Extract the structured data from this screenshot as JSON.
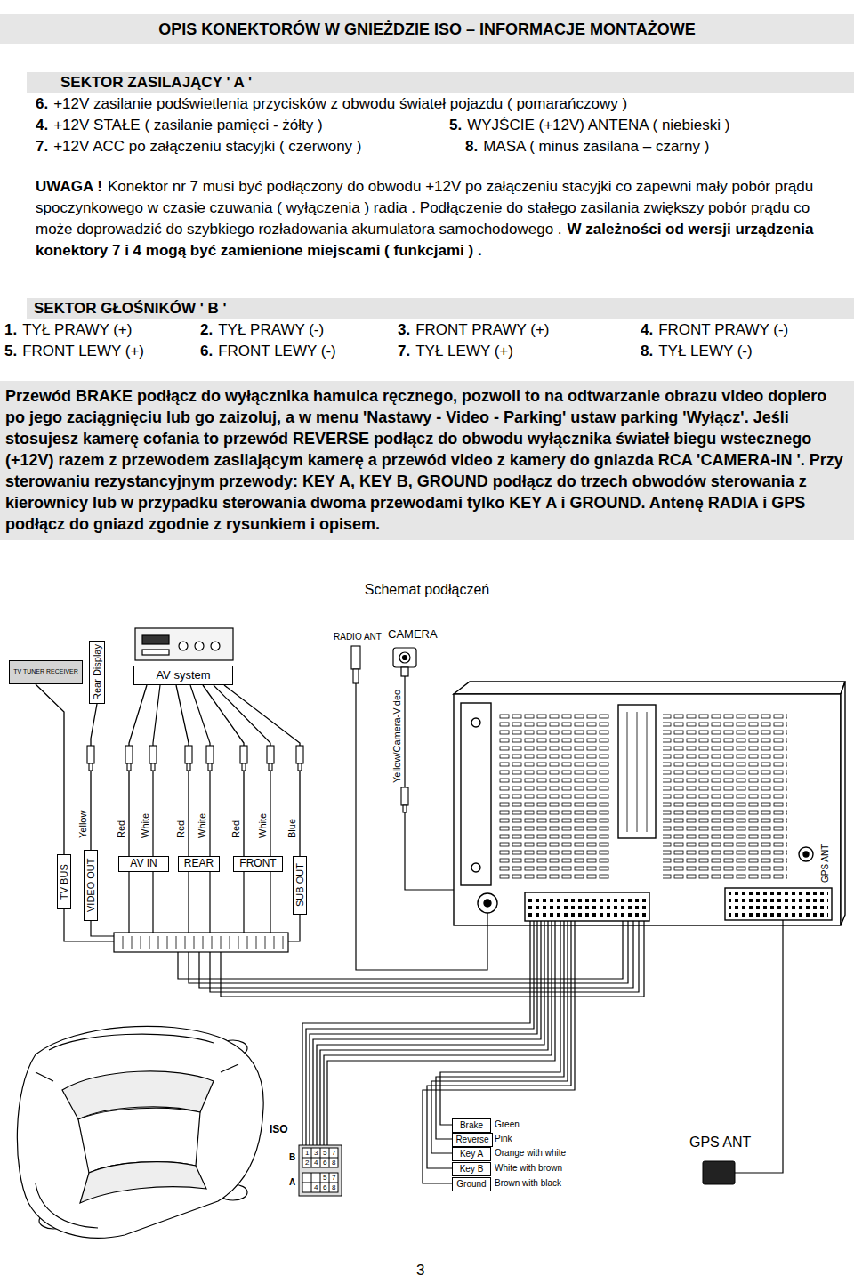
{
  "diagram": {
    "title": "OPIS KONEKTORÓW W GNIEŻDZIE ISO – INFORMACJE MONTAŻOWE",
    "nodes": [
      {
        "text": [
          "SEKTOR ZASILAJĄCY ' A '"
        ]
      },
      {
        "text": [
          "SEKTOR GŁOŚNIKÓW ' B '"
        ]
      },
      {
        "text": [
          "Przewód BRAKE podłącz do wyłącznika hamulca ręcznego, pozwoli to na odtwarzanie obrazu video dopiero po jego zaciągnięciu lub go zaizoluj, a w menu 'Nastawy - Video - Parking' ustaw parking 'Wyłącz'. Jeśli stosujesz kamerę cofania to przewód REVERSE podłącz do obwodu wyłącznika świateł biegu wstecznego (+12V) razem z przewodem zasilającym kamerę a przewód video z kamery do gniazda RCA 'CAMERA-IN '. Przy sterowaniu rezystancyjnym przewody: KEY A, KEY B, GROUND podłącz do trzech obwodów sterowania z kierownicy lub w przypadku sterowania dwoma przewodami tylko KEY A i GROUND. Antenę RADIA i GPS podłącz do gniazd zgodnie z rysunkiem i opisem."
        ]
      },
      {
        "text": [
          "TV TUNER RECEIVER"
        ]
      },
      {
        "text": [
          "Rear Display"
        ]
      },
      {
        "text": [
          "AV system"
        ]
      },
      {
        "text": [
          "TV BUS"
        ]
      },
      {
        "text": [
          "VIDEO OUT"
        ]
      },
      {
        "text": [
          "AV IN"
        ]
      },
      {
        "text": [
          "REAR"
        ]
      },
      {
        "text": [
          "FRONT"
        ]
      },
      {
        "text": [
          "SUB OUT"
        ]
      },
      {
        "text": [
          "Brake"
        ]
      },
      {
        "text": [
          "Reverse"
        ]
      },
      {
        "text": [
          "Key A"
        ]
      },
      {
        "text": [
          "Key B"
        ]
      },
      {
        "text": [
          "Ground"
        ]
      }
    ],
    "edges": [
      {
        "from": 3,
        "to": 6,
        "arrow": "none"
      },
      {
        "from": 4,
        "to": 7,
        "arrow": "none"
      },
      {
        "from": 5,
        "to": 8,
        "arrow": "none"
      },
      {
        "from": 5,
        "to": 9,
        "arrow": "none"
      },
      {
        "from": 5,
        "to": 10,
        "arrow": "none"
      },
      {
        "from": 5,
        "to": 11,
        "arrow": "none"
      }
    ],
    "labels": [
      "6.",
      "+12V zasilanie podświetlenia przycisków z obwodu świateł pojazdu ( pomarańczowy )",
      "4.",
      "+12V STAŁE ( zasilanie pamięci - żółty )",
      "5.",
      "WYJŚCIE (+12V) ANTENA ( niebieski )",
      "7.",
      "+12V ACC po załączeniu stacyjki ( czerwony )",
      "8.",
      "MASA ( minus zasilana – czarny )",
      "UWAGA !",
      "Konektor nr 7 musi być podłączony do obwodu +12V po załączeniu stacyjki co zapewni mały pobór prądu spoczynkowego w czasie czuwania ( wyłączenia ) radia . Podłączenie do stałego zasilania zwiększy pobór prądu co może doprowadzić do szybkiego rozładowania akumulatora samochodowego .",
      "W zależności od wersji urządzenia konektory 7 i 4 mogą być zamienione miejscami ( funkcjami ) .",
      "1.",
      "TYŁ PRAWY (+)",
      "2.",
      "TYŁ PRAWY (-)",
      "3.",
      "FRONT PRAWY (+)",
      "4.",
      "FRONT PRAWY (-)",
      "5.",
      "FRONT LEWY (+)",
      "6.",
      "FRONT LEWY (-)",
      "7.",
      "TYŁ LEWY (+)",
      "8.",
      "TYŁ LEWY (-)",
      "Schemat podłączeń",
      "RADIO ANT",
      "CAMERA",
      "Yellow/Camera-Video",
      "Yellow",
      "Red",
      "White",
      "Red",
      "White",
      "Red",
      "White",
      "Blue",
      "GPS ANT",
      "ISO",
      "B",
      "A",
      "1",
      "3",
      "5",
      "7",
      "2",
      "4",
      "6",
      "8",
      "5",
      "7",
      "4",
      "6",
      "8",
      "Green",
      "Pink",
      "Orange with white",
      "White with brown",
      "Brown with black",
      "GPS ANT",
      "3"
    ]
  }
}
